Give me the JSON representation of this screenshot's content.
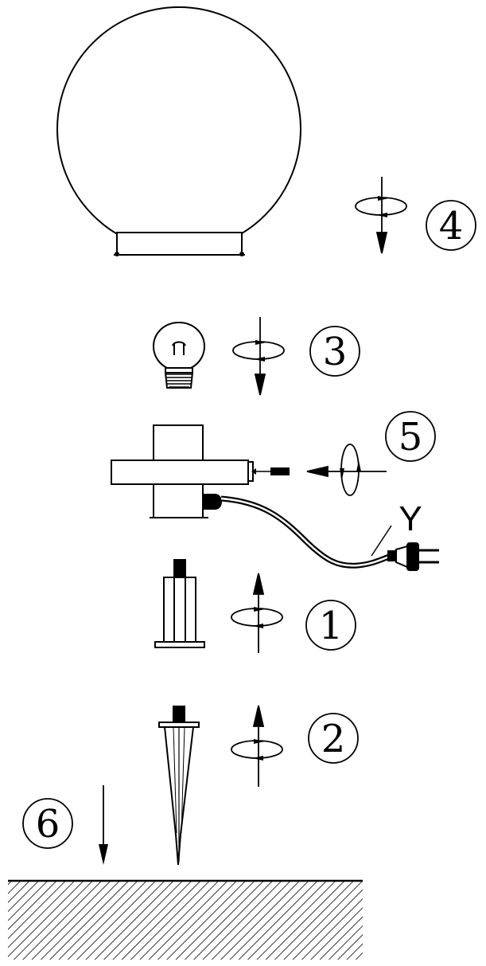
{
  "steps": {
    "step1": "1",
    "step2": "2",
    "step3": "3",
    "step4": "4",
    "step5": "5",
    "step6": "6"
  },
  "cable_label": "Y",
  "colors": {
    "line": "#000000",
    "background": "#ffffff"
  },
  "icons": {
    "rotation": "rotate-screw-icon",
    "bulb": "light-bulb-icon",
    "plug": "power-plug-icon"
  }
}
